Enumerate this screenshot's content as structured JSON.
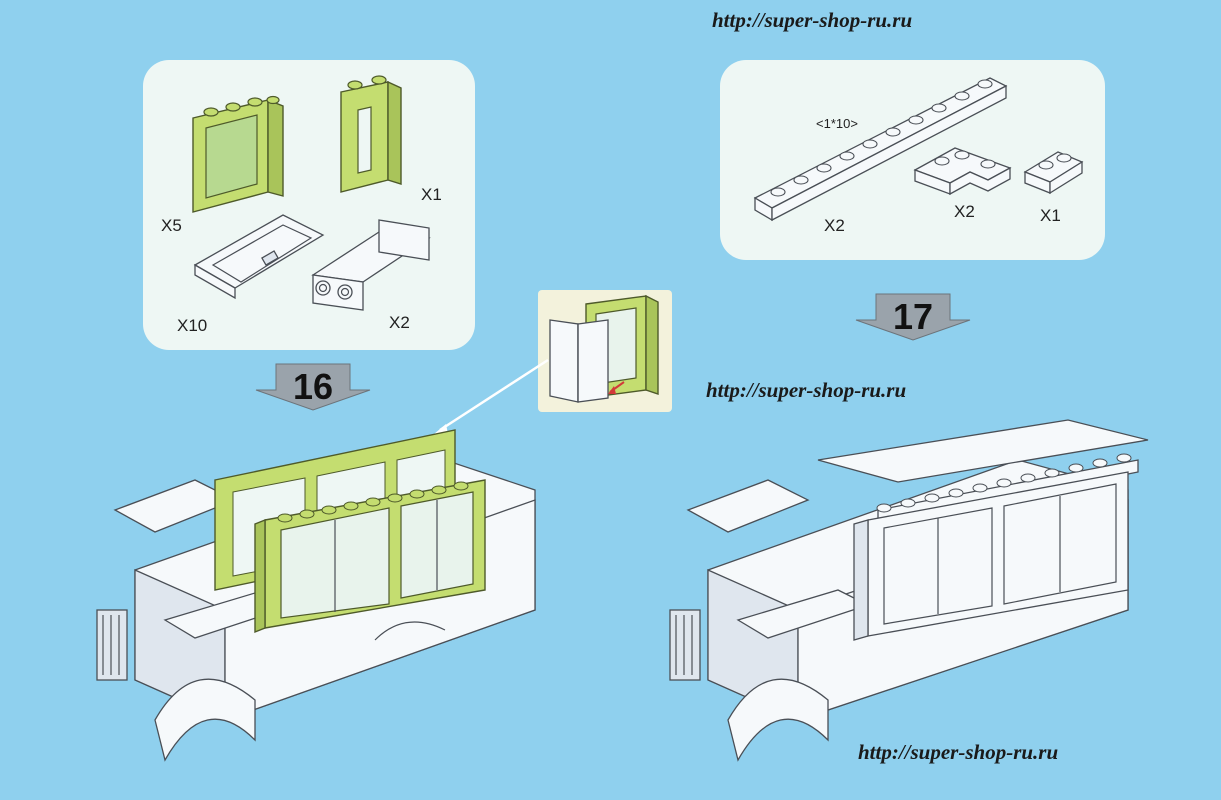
{
  "urls": {
    "top": "http://super-shop-ru.ru",
    "middle": "http://super-shop-ru.ru",
    "bottom": "http://super-shop-ru.ru"
  },
  "step16": {
    "number": "16",
    "parts": {
      "window_frame_qty": "X5",
      "narrow_frame_qty": "X1",
      "door_panel_qty": "X10",
      "seat_qty": "X2"
    }
  },
  "step17": {
    "number": "17",
    "parts": {
      "plate_label": "<1*10>",
      "long_plate_qty": "X2",
      "corner_plate_qty": "X2",
      "small_plate_qty": "X1"
    }
  },
  "colors": {
    "background": "#8fd0ee",
    "panel": "#eef7f4",
    "lime_brick": "#c4dd70",
    "white_brick": "#f6f9fb"
  }
}
